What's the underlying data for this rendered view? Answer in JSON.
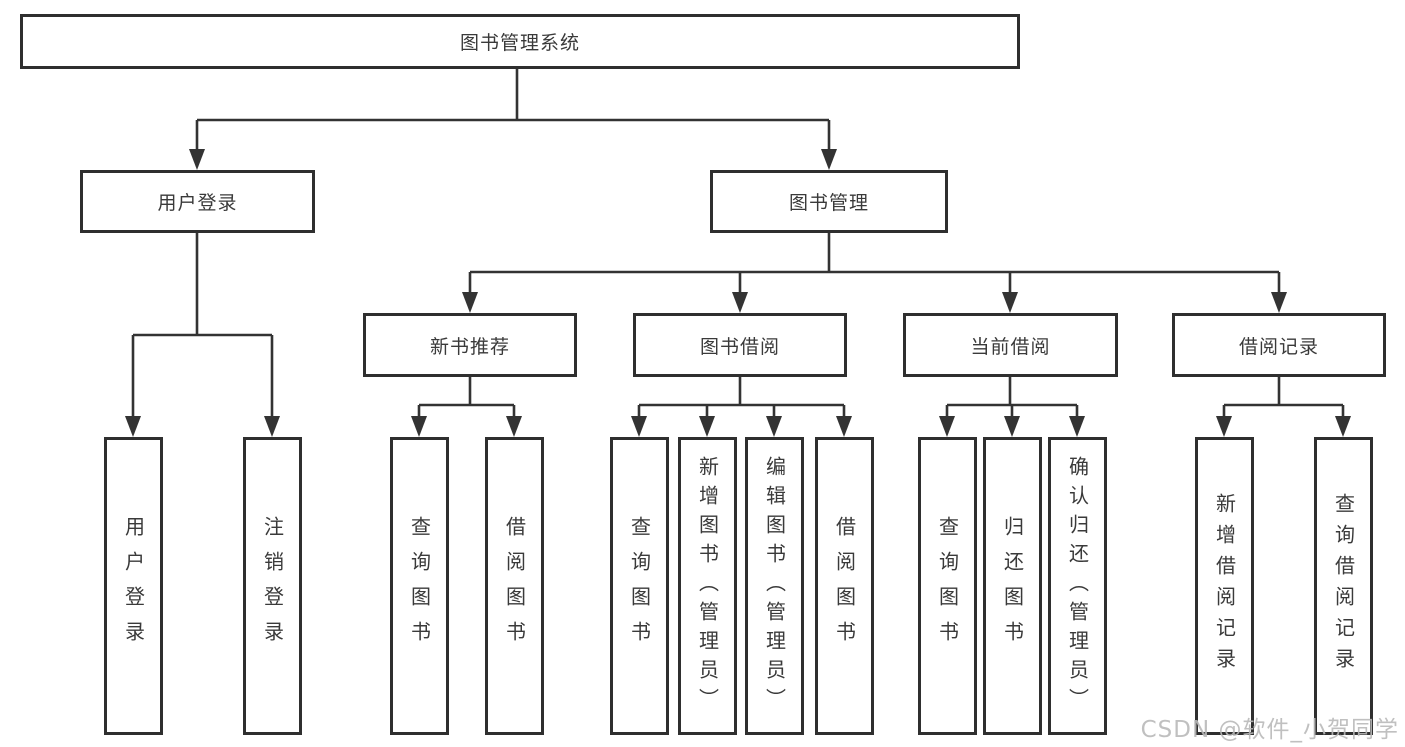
{
  "diagram": {
    "type": "hierarchy-tree",
    "colors": {
      "background": "#ffffff",
      "line": "#333333",
      "box_border": "#2f2f2f",
      "text": "#3a3a3a",
      "watermark": "#b9b9b9"
    },
    "watermark": "CSDN @软件_小贺同学",
    "nodes": {
      "root": {
        "label": "图书管理系统"
      },
      "userLogin": {
        "label": "用户登录"
      },
      "bookMgmt": {
        "label": "图书管理"
      },
      "newBookRec": {
        "label": "新书推荐"
      },
      "bookBorrow": {
        "label": "图书借阅"
      },
      "currentBorrow": {
        "label": "当前借阅"
      },
      "borrowRecords": {
        "label": "借阅记录"
      },
      "leaves": [
        {
          "label": "用户登录",
          "parent": "用户登录"
        },
        {
          "label": "注销登录",
          "parent": "用户登录"
        },
        {
          "label": "查询图书",
          "parent": "新书推荐"
        },
        {
          "label": "借阅图书",
          "parent": "新书推荐"
        },
        {
          "label": "查询图书",
          "parent": "图书借阅"
        },
        {
          "label": "新增图书（管理员）",
          "parent": "图书借阅"
        },
        {
          "label": "编辑图书（管理员）",
          "parent": "图书借阅"
        },
        {
          "label": "借阅图书",
          "parent": "图书借阅"
        },
        {
          "label": "查询图书",
          "parent": "当前借阅"
        },
        {
          "label": "归还图书",
          "parent": "当前借阅"
        },
        {
          "label": "确认归还（管理员）",
          "parent": "当前借阅"
        },
        {
          "label": "新增借阅记录",
          "parent": "借阅记录"
        },
        {
          "label": "查询借阅记录",
          "parent": "借阅记录"
        }
      ]
    },
    "tree": {
      "图书管理系统": {
        "用户登录": [
          "用户登录",
          "注销登录"
        ],
        "图书管理": {
          "新书推荐": [
            "查询图书",
            "借阅图书"
          ],
          "图书借阅": [
            "查询图书",
            "新增图书（管理员）",
            "编辑图书（管理员）",
            "借阅图书"
          ],
          "当前借阅": [
            "查询图书",
            "归还图书",
            "确认归还（管理员）"
          ],
          "借阅记录": [
            "新增借阅记录",
            "查询借阅记录"
          ]
        }
      }
    }
  }
}
